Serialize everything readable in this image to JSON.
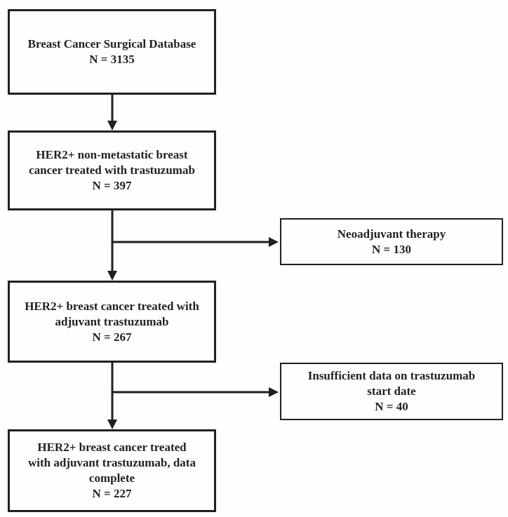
{
  "flowchart": {
    "boxes": {
      "database": {
        "label": "Breast Cancer Surgical Database",
        "n": "N = 3135"
      },
      "her2_nonmet": {
        "label": "HER2+ non-metastatic breast\ncancer treated with trastuzumab",
        "n": "N = 397"
      },
      "neoadjuvant": {
        "label": "Neoadjuvant therapy",
        "n": "N = 130"
      },
      "adjuvant": {
        "label": "HER2+ breast cancer treated with\nadjuvant trastuzumab",
        "n": "N = 267"
      },
      "insufficient": {
        "label": "Insufficient data on trastuzumab\nstart date",
        "n": "N = 40"
      },
      "complete": {
        "label": "HER2+ breast cancer treated\nwith adjuvant trastuzumab, data\ncomplete",
        "n": "N = 227"
      }
    },
    "colors": {
      "line": "#231f20",
      "text": "#231f20",
      "box_border": "#231f20",
      "background": "#fefefe"
    }
  }
}
